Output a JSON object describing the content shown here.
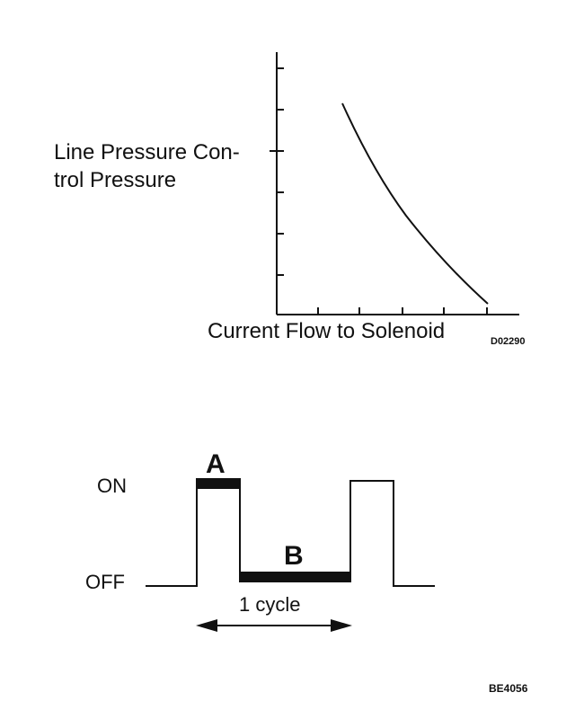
{
  "top_graph": {
    "y_label_line1": "Line Pressure Con-",
    "y_label_line2": "trol Pressure",
    "x_label": "Current Flow to Solenoid",
    "figure_code": "D02290"
  },
  "duty_cycle": {
    "on_label": "ON",
    "off_label": "OFF",
    "label_a": "A",
    "label_b": "B",
    "cycle_label": "1 cycle"
  },
  "figure_code": "BE4056",
  "colors": {
    "line": "#111111",
    "background": "#ffffff"
  }
}
